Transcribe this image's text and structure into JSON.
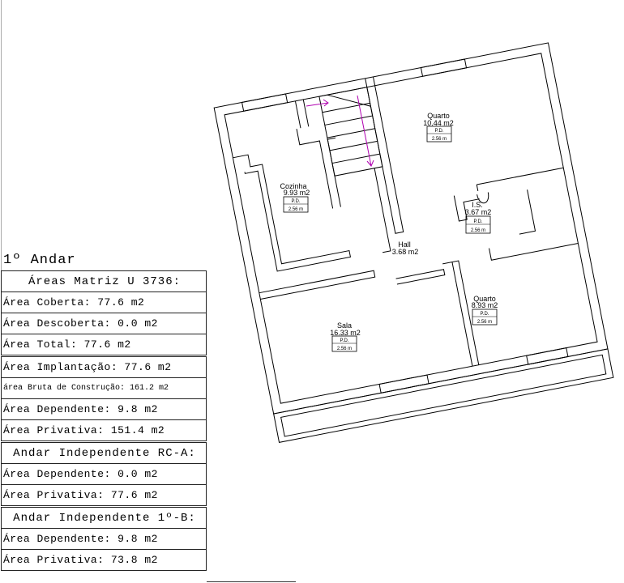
{
  "floor_title": "1º Andar",
  "rooms": [
    {
      "key": "quarto1",
      "name": "Quarto",
      "area": "10.44 m2",
      "pd_label": "P.D.",
      "pd_value": "2.56 m"
    },
    {
      "key": "cozinha",
      "name": "Cozinha",
      "area": "9.93 m2",
      "pd_label": "P.D.",
      "pd_value": "2.56 m"
    },
    {
      "key": "is",
      "name": "I.S.",
      "area": "3.67 m2",
      "pd_label": "P.D.",
      "pd_value": "2.56 m"
    },
    {
      "key": "hall",
      "name": "Hall",
      "area": "3.68 m2"
    },
    {
      "key": "quarto2",
      "name": "Quarto",
      "area": "8.93 m2",
      "pd_label": "P.D.",
      "pd_value": "2.56 m"
    },
    {
      "key": "sala",
      "name": "Sala",
      "area": "16.33 m2",
      "pd_label": "P.D.",
      "pd_value": "2.56 m"
    }
  ],
  "table": {
    "rows": [
      "Áreas Matriz U 3736:",
      "Área Coberta: 77.6 m2",
      "Área Descoberta: 0.0 m2",
      "Área Total: 77.6 m2",
      "Área Implantação: 77.6 m2",
      "área Bruta de Construção: 161.2 m2",
      "Área Dependente: 9.8 m2",
      "Área Privativa: 151.4 m2",
      "Andar Independente RC-A:",
      "Área Dependente: 0.0 m2",
      "Área Privativa: 77.6 m2",
      "Andar Independente 1º-B:",
      "Área Dependente: 9.8 m2",
      "Área Privativa: 73.8 m2"
    ]
  },
  "colors": {
    "line": "#000000",
    "stair_arrow": "#b000b0",
    "background": "#ffffff"
  }
}
